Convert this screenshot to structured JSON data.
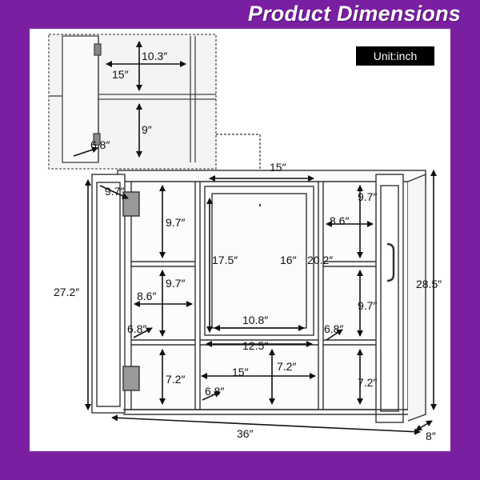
{
  "title": "Product Dimensions",
  "unit_label": "Unit:inch",
  "inset": {
    "top_height": "10.3″",
    "width": "15″",
    "lower_height": "9″",
    "depth": "6.8″"
  },
  "cabinet": {
    "top_width": "15″",
    "left_top_depth": "9.7″",
    "left_upper_height": "9.7″",
    "left_middle_height": "9.7″",
    "left_shelf_width": "8.6″",
    "left_shelf_depth": "6.8″",
    "left_lower_height": "7.2″",
    "mirror_height": "17.5″",
    "mirror_inner_height": "16″",
    "center_height": "20.2″",
    "mirror_width": "10.8″",
    "center_opening_width": "12.5″",
    "bottom_shelf_width": "15″",
    "bottom_shelf_height": "7.2″",
    "bottom_shelf_depth": "6.8″",
    "right_upper_height": "9.7″",
    "right_shelf_width": "8.6″",
    "right_middle_height": "9.7″",
    "right_shelf_depth": "6.8″",
    "right_lower_height": "7.2″",
    "side_height": "27.2″",
    "overall_height": "28.5″",
    "overall_width": "36″",
    "overall_depth": "8″"
  }
}
